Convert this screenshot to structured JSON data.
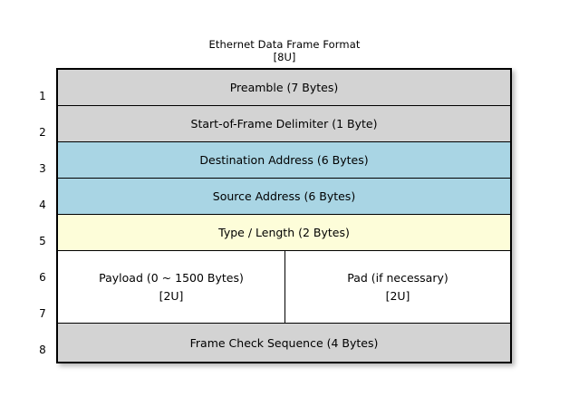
{
  "diagram": {
    "title": "Ethernet Data Frame Format",
    "title_sub": "[8U]",
    "colors": {
      "gray": "#d3d3d3",
      "blue": "#a9d5e4",
      "yellow": "#fdfdd9",
      "white": "#ffffff",
      "border": "#000000"
    },
    "row_numbers": [
      "1",
      "2",
      "3",
      "4",
      "5",
      "6",
      "7",
      "8"
    ],
    "rows": [
      {
        "number": "1",
        "label": "Preamble (7 Bytes)",
        "fill": "gray"
      },
      {
        "number": "2",
        "label": "Start-of-Frame Delimiter (1 Byte)",
        "fill": "gray"
      },
      {
        "number": "3",
        "label": "Destination Address (6 Bytes)",
        "fill": "blue"
      },
      {
        "number": "4",
        "label": "Source Address (6 Bytes)",
        "fill": "blue"
      },
      {
        "number": "5",
        "label": "Type / Length (2 Bytes)",
        "fill": "yellow"
      },
      {
        "numbers": [
          "6",
          "7"
        ],
        "fill": "white",
        "split": true,
        "left": {
          "label": "Payload (0 ~ 1500 Bytes)",
          "sub": "[2U]"
        },
        "right": {
          "label": "Pad (if necessary)",
          "sub": "[2U]"
        }
      },
      {
        "number": "8",
        "label": "Frame Check Sequence (4 Bytes)",
        "fill": "gray"
      }
    ]
  }
}
